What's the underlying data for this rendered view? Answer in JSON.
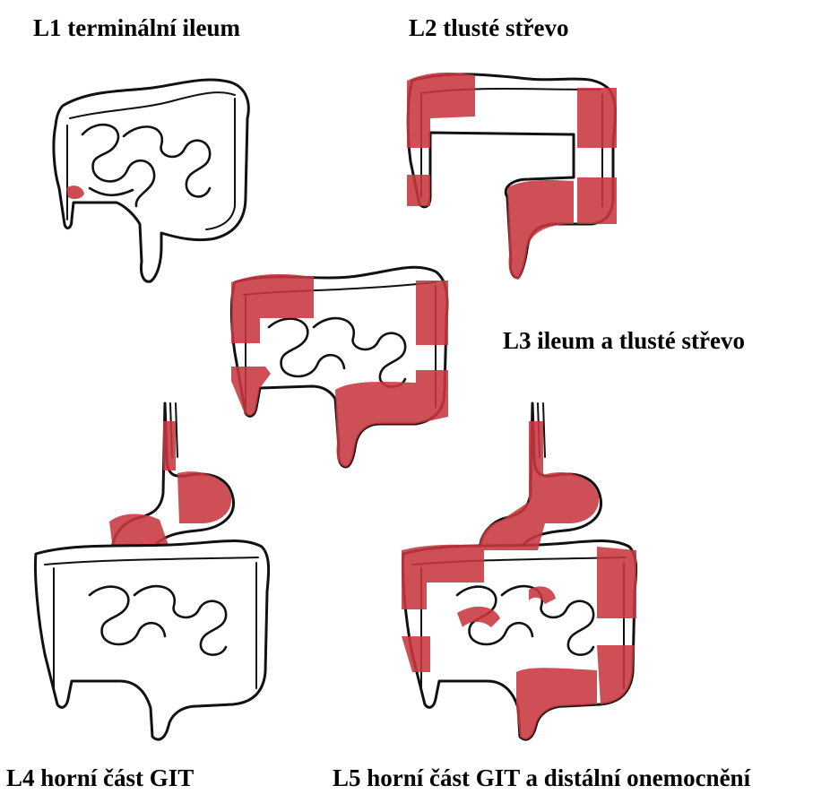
{
  "labels": {
    "l1": "L1 terminální ileum",
    "l2": "L2 tlusté střevo",
    "l3": "L3 ileum a tlusté střevo",
    "l4": "L4 horní část GIT",
    "l5": "L5 horní část GIT a distální onemocnění"
  },
  "colors": {
    "disease": "#c8373f",
    "outline": "#111111",
    "background": "#ffffff"
  }
}
